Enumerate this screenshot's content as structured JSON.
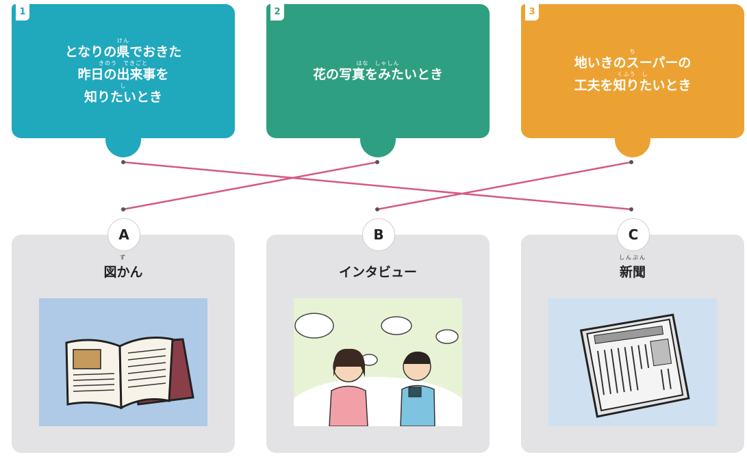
{
  "questions": [
    {
      "number": "1",
      "color": "#20a8bd",
      "lines": [
        {
          "ruby": "けん",
          "text": "となりの県でおきた"
        },
        {
          "ruby": "きのう　できごと",
          "text": "昨日の出来事を"
        },
        {
          "ruby": "し",
          "text": "知りたいとき"
        }
      ]
    },
    {
      "number": "2",
      "color": "#2e9f80",
      "lines": [
        {
          "ruby": "はな　しゃしん",
          "text": "花の写真をみたいとき"
        }
      ]
    },
    {
      "number": "3",
      "color": "#eca232",
      "lines": [
        {
          "ruby": "ち",
          "text": "地いきのスーパーの"
        },
        {
          "ruby": "くふう　し",
          "text": "工夫を知りたいとき"
        }
      ]
    }
  ],
  "answers": [
    {
      "label": "A",
      "ruby": "ず",
      "title": "図かん",
      "picture": "book-illustration",
      "bg": "#aecae6"
    },
    {
      "label": "B",
      "ruby": "",
      "title": "インタビュー",
      "picture": "interview-illustration",
      "bg": "#e8f3d6"
    },
    {
      "label": "C",
      "ruby": "しんぶん",
      "title": "新聞",
      "picture": "newspaper-illustration",
      "bg": "#cfe0f0"
    }
  ],
  "connections": [
    {
      "from": "1",
      "to": "C"
    },
    {
      "from": "2",
      "to": "A"
    },
    {
      "from": "3",
      "to": "B"
    }
  ],
  "colors": {
    "line": "#d45a80",
    "answer_bg": "#e3e3e5"
  }
}
